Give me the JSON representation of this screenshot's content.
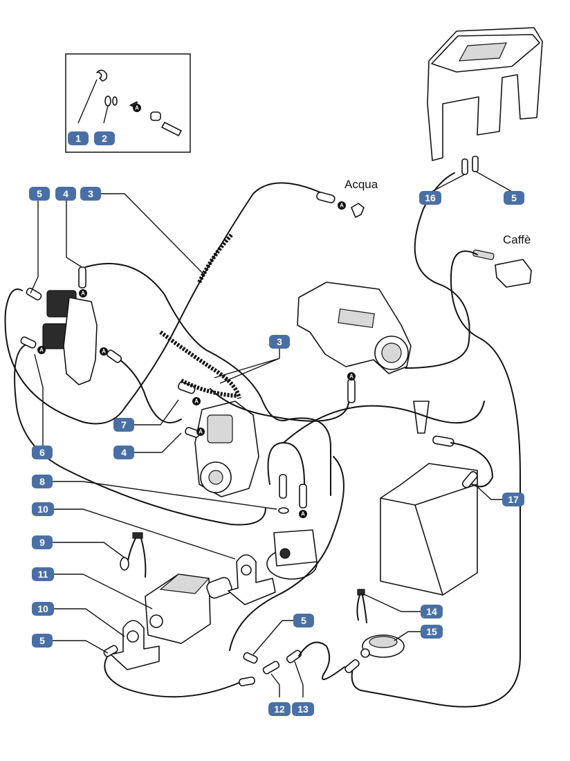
{
  "labels": {
    "acqua": "Acqua",
    "caffe": "Caffè"
  },
  "connector_letter": "A",
  "badges": [
    "1",
    "2",
    "5",
    "4",
    "3",
    "16",
    "5",
    "3",
    "7",
    "4",
    "6",
    "8",
    "10",
    "9",
    "11",
    "10",
    "5",
    "5",
    "12",
    "13",
    "14",
    "15",
    "17"
  ],
  "colors": {
    "badge_fill": "#4a6fa5",
    "badge_text": "#ffffff",
    "line": "#111111"
  }
}
